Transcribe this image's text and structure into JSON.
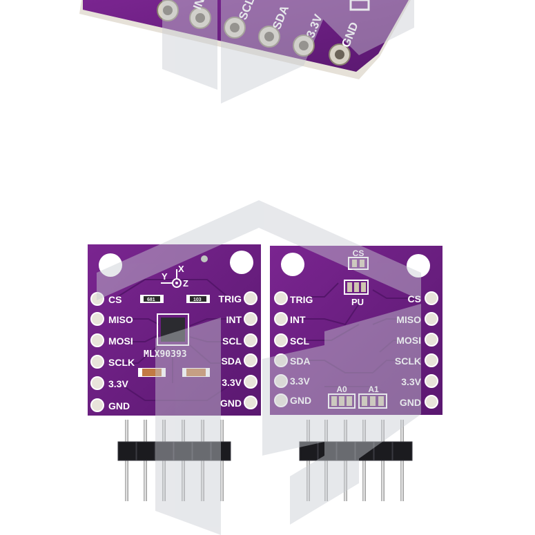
{
  "top_board": {
    "labels": [
      "INT",
      "SCL",
      "SDA",
      "3.3V",
      "GND"
    ]
  },
  "front_board": {
    "chip_label": "MLX90393",
    "axes": {
      "x": "X",
      "y": "Y",
      "z": "Z"
    },
    "left_pins": [
      "CS",
      "MISO",
      "MOSI",
      "SCLK",
      "3.3V",
      "GND"
    ],
    "right_pins": [
      "TRIG",
      "INT",
      "SCL",
      "SDA",
      "3.3V",
      "GND"
    ],
    "resistor_codes": [
      "681",
      "103"
    ]
  },
  "back_board": {
    "jumpers": {
      "cs": "CS",
      "pu": "PU",
      "a0": "A0",
      "a1": "A1"
    },
    "left_pins": [
      "TRIG",
      "INT",
      "SCL",
      "SDA",
      "3.3V",
      "GND"
    ],
    "right_pins": [
      "CS",
      "MISO",
      "MOSI",
      "SCLK",
      "3.3V",
      "GND"
    ]
  },
  "colors": {
    "pcb": "#6a1f7e",
    "pcb_dark": "#4d135c",
    "silkscreen": "#ffffff",
    "pad_gold": "#cfc6b0",
    "header_black": "#1b1b1f",
    "watermark": "#c9cdd3"
  }
}
